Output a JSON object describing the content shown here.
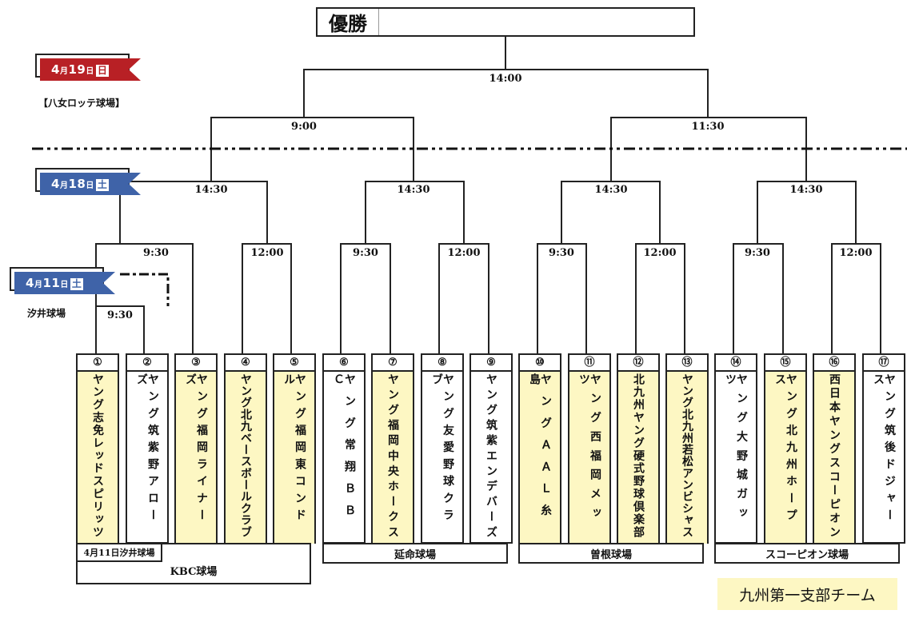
{
  "champion": {
    "label": "優勝",
    "winner": ""
  },
  "dates": [
    {
      "month": "4",
      "month_unit": "月",
      "day": "19",
      "day_unit": "日",
      "weekday": "日",
      "color": "#b82025",
      "venue": "【八女ロッテ球場】"
    },
    {
      "month": "4",
      "month_unit": "月",
      "day": "18",
      "day_unit": "日",
      "weekday": "土",
      "color": "#3f63a8",
      "venue": ""
    },
    {
      "month": "4",
      "month_unit": "月",
      "day": "11",
      "day_unit": "日",
      "weekday": "土",
      "color": "#3f63a8",
      "venue": "汐井球場"
    }
  ],
  "times": {
    "final": "14:00",
    "semi_left": "9:00",
    "semi_right": "11:30",
    "qf": [
      "14:30",
      "14:30",
      "14:30",
      "14:30"
    ],
    "r1": [
      "9:30",
      "12:00",
      "9:30",
      "12:00",
      "9:30",
      "12:00",
      "9:30",
      "12:00"
    ],
    "prelim": "9:30"
  },
  "teams": [
    {
      "num": "①",
      "name": "ヤング志免レッドスピリッツ",
      "highlight": true
    },
    {
      "num": "②",
      "name": "ヤング筑紫野アローズ",
      "highlight": false
    },
    {
      "num": "③",
      "name": "ヤング福岡ライナーズ",
      "highlight": true
    },
    {
      "num": "④",
      "name": "ヤング北九ベースボールクラブ",
      "highlight": true
    },
    {
      "num": "⑤",
      "name": "ヤング福岡東コンドル",
      "highlight": true
    },
    {
      "num": "⑥",
      "name": "ヤング常翔ＢＢＣ",
      "highlight": false
    },
    {
      "num": "⑦",
      "name": "ヤング福岡中央ホークス",
      "highlight": true
    },
    {
      "num": "⑧",
      "name": "ヤング友愛野球クラブ",
      "highlight": false
    },
    {
      "num": "⑨",
      "name": "ヤング筑紫エンデバーズ",
      "highlight": false
    },
    {
      "num": "⑩",
      "name": "ヤングＡＡＬ糸島",
      "highlight": true
    },
    {
      "num": "⑪",
      "name": "ヤング西福岡メッツ",
      "highlight": true
    },
    {
      "num": "⑫",
      "name": "北九州ヤング硬式野球倶楽部",
      "highlight": true
    },
    {
      "num": "⑬",
      "name": "ヤング北九州若松アンビシャス",
      "highlight": true
    },
    {
      "num": "⑭",
      "name": "ヤング大野城ガッツ",
      "highlight": false
    },
    {
      "num": "⑮",
      "name": "ヤング北九州ホープス",
      "highlight": true
    },
    {
      "num": "⑯",
      "name": "西日本ヤングスコーピオン",
      "highlight": true
    },
    {
      "num": "⑰",
      "name": "ヤング筑後ドジャース",
      "highlight": false
    }
  ],
  "venues": {
    "shioi_sub": "4月11日汐井球場",
    "kbc": "KBC球場",
    "enmei": "延命球場",
    "sone": "曽根球場",
    "scorpion": "スコーピオン球場"
  },
  "legend": {
    "label": "九州第一支部チーム",
    "color": "#fdf7c3"
  }
}
